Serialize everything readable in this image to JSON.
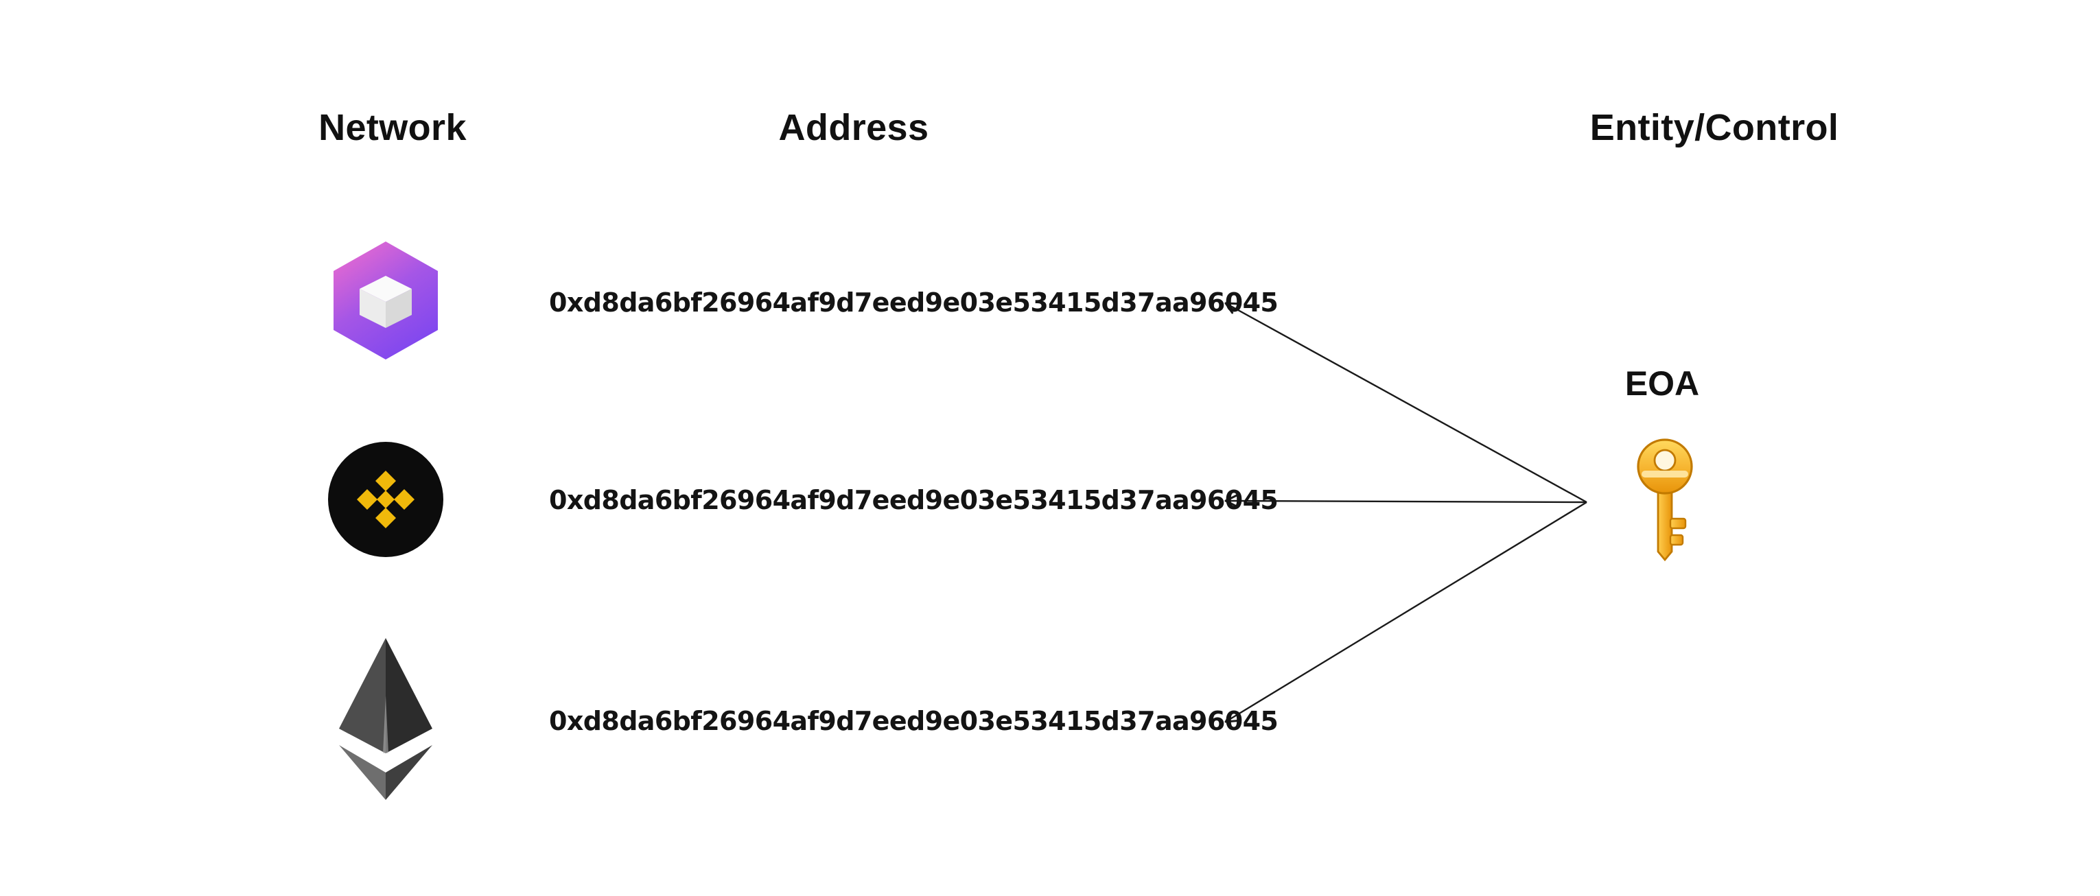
{
  "headers": {
    "network": "Network",
    "address": "Address",
    "entity": "Entity/Control"
  },
  "rows": [
    {
      "network_icon": "polygon-hexagon-icon",
      "address": "0xd8da6bf26964af9d7eed9e03e53415d37aa96045"
    },
    {
      "network_icon": "bnb-chain-icon",
      "address": "0xd8da6bf26964af9d7eed9e03e53415d37aa96045"
    },
    {
      "network_icon": "ethereum-icon",
      "address": "0xd8da6bf26964af9d7eed9e03e53415d37aa96045"
    }
  ],
  "entity": {
    "label": "EOA",
    "icon": "key-icon"
  },
  "colors": {
    "background": "#ffffff",
    "text": "#111111",
    "arrow": "#1a1a1a",
    "polygon_gradient_top": "#e06ad8",
    "polygon_gradient_bottom": "#7a45f0",
    "bnb_yellow": "#F0B90B",
    "bnb_black": "#0c0c0c",
    "eth_dark": "#2f2f2f",
    "eth_mid": "#4d4d4d",
    "eth_light": "#6e6e6e",
    "key_gold": "#F5A623",
    "key_gold_light": "#FFD95E",
    "key_outline": "#c27a00"
  }
}
